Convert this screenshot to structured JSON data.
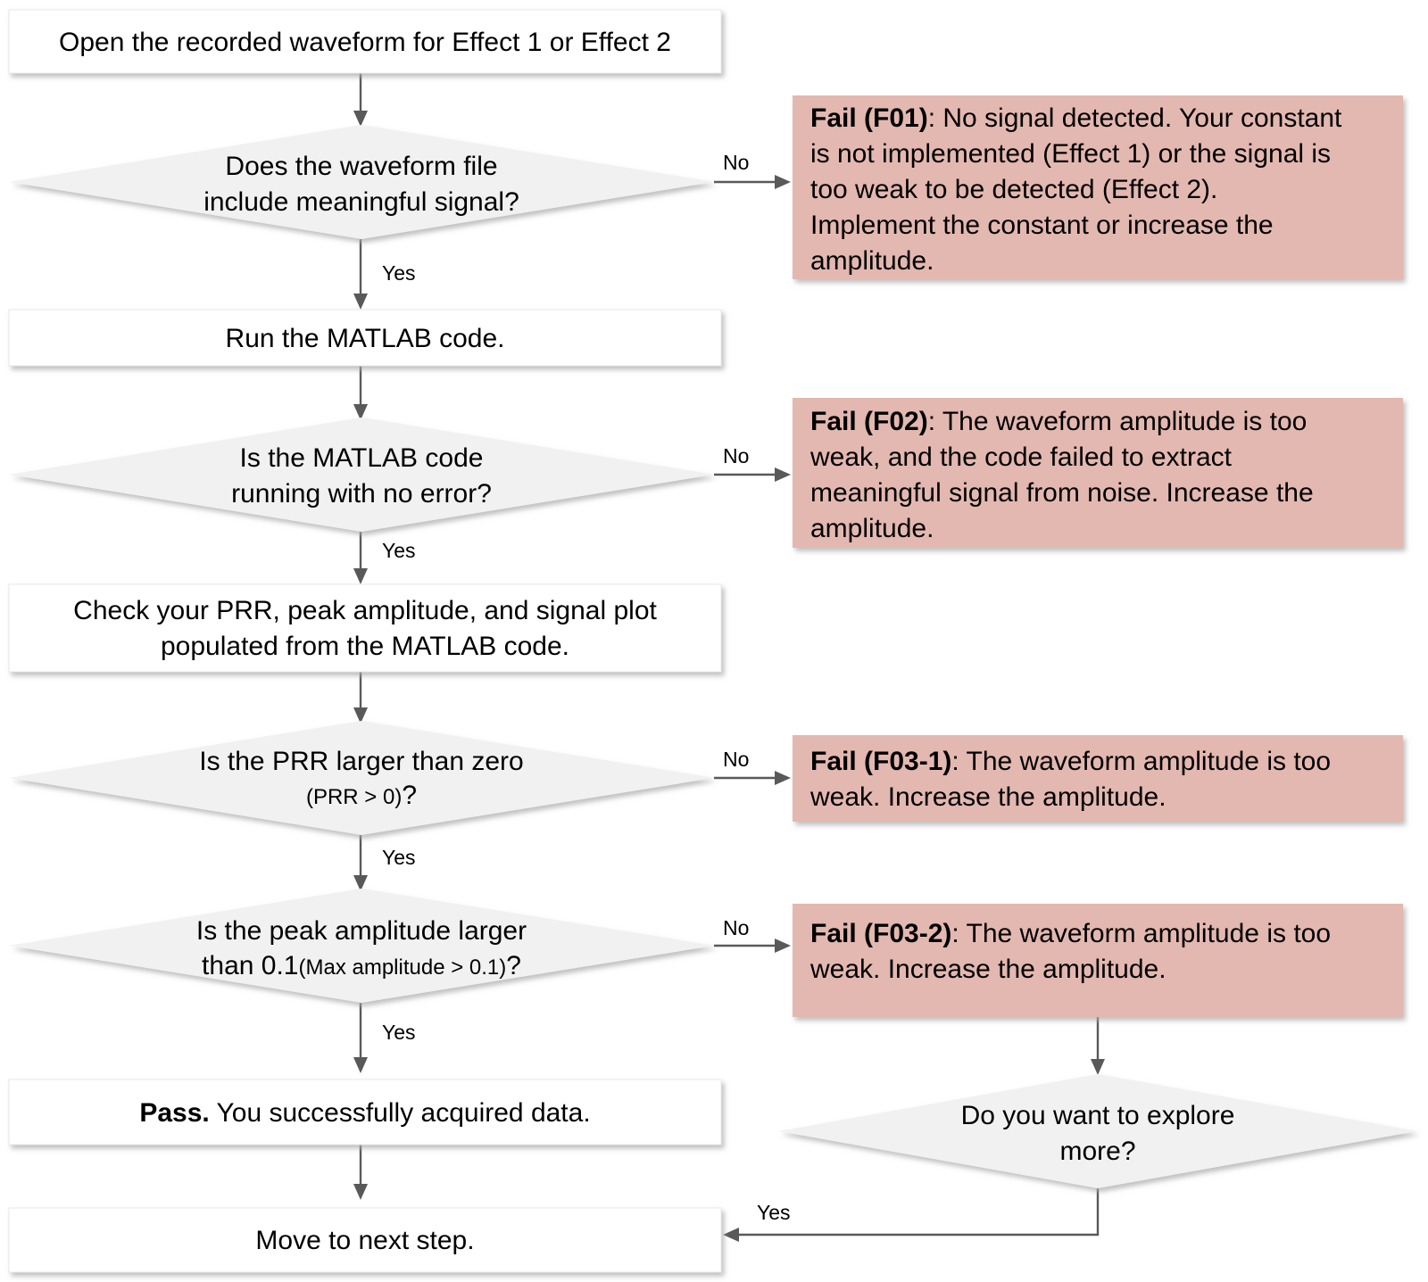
{
  "title": "Waveform acquisition troubleshooting flowchart",
  "colors": {
    "process_fill": "#ffffff",
    "decision_fill": "#f1f1f1",
    "fail_fill": "#e3b8b0",
    "connector": "#595959",
    "text": "#000000",
    "shadow": "#b3b3b3"
  },
  "nodes": {
    "start": {
      "type": "process",
      "label": "Open the recorded waveform for Effect 1 or Effect 2"
    },
    "d1": {
      "type": "decision",
      "line1": "Does the waveform file",
      "line2": "include meaningful signal?"
    },
    "f01": {
      "type": "fail",
      "bold": "Fail (F01)",
      "rest": ": No signal detected. Your constant is not implemented (Effect 1) or the signal is too weak to be detected (Effect 2). Implement the constant or increase the amplitude.",
      "lines": [
        "Fail (F01): No signal detected. Your constant",
        "is not implemented (Effect 1) or the signal is",
        "too weak to be detected (Effect 2).",
        "Implement the constant or increase the",
        "amplitude."
      ]
    },
    "p2": {
      "type": "process",
      "label": "Run the MATLAB code."
    },
    "d2": {
      "type": "decision",
      "line1": "Is the MATLAB code",
      "line2": "running with no error?"
    },
    "f02": {
      "type": "fail",
      "bold": "Fail (F02)",
      "rest": ": The waveform amplitude is too weak, and the code failed to extract meaningful signal from noise. Increase the amplitude.",
      "lines": [
        "Fail (F02): The waveform amplitude is too",
        "weak, and the code failed to extract",
        "meaningful signal from noise. Increase the",
        "amplitude."
      ]
    },
    "p3": {
      "type": "process",
      "line1": "Check your PRR, peak amplitude, and signal plot",
      "line2": "populated from the MATLAB code."
    },
    "d3": {
      "type": "decision",
      "line1": "Is the PRR  larger than zero",
      "line2_small": "(PRR > 0)",
      "line2_tail": "?"
    },
    "f03_1": {
      "type": "fail",
      "bold": "Fail (F03-1)",
      "rest": ": The waveform amplitude is too weak. Increase the amplitude.",
      "lines": [
        "Fail (F03-1): The waveform amplitude is too",
        "weak. Increase the amplitude."
      ]
    },
    "d4": {
      "type": "decision",
      "line1": "Is the peak amplitude larger",
      "line2_head": "than 0.1",
      "line2_small": "(Max amplitude > 0.1)",
      "line2_tail": "?"
    },
    "f03_2": {
      "type": "fail",
      "bold": "Fail (F03-2)",
      "rest": ": The waveform amplitude is too weak. Increase the amplitude.",
      "lines": [
        "Fail (F03-2): The waveform amplitude is too",
        "weak. Increase the amplitude."
      ]
    },
    "pass": {
      "type": "process",
      "bold": "Pass.",
      "rest": " You successfully acquired data."
    },
    "d5": {
      "type": "decision",
      "line1": "Do you want to explore",
      "line2": "more?"
    },
    "next": {
      "type": "process",
      "label": "Move to next step."
    }
  },
  "edge_labels": {
    "d1_no": "No",
    "d1_yes": "Yes",
    "d2_no": "No",
    "d2_yes": "Yes",
    "d3_no": "No",
    "d3_yes": "Yes",
    "d4_no": "No",
    "d4_yes": "Yes",
    "d5_yes": "Yes"
  }
}
